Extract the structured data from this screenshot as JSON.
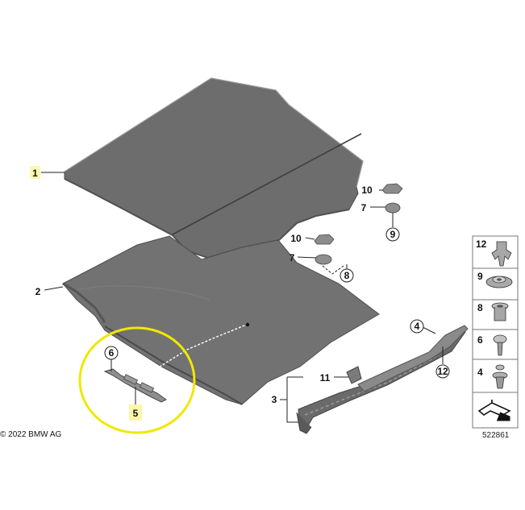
{
  "callouts": {
    "c1": "1",
    "c2": "2",
    "c3": "3",
    "c4": "4",
    "c5": "5",
    "c6": "6",
    "c7a": "7",
    "c7b": "7",
    "c8": "8",
    "c9": "9",
    "c10a": "10",
    "c10b": "10",
    "c11": "11",
    "c12": "12"
  },
  "legend": {
    "items": [
      {
        "number": "12",
        "icon": "push-clip-icon"
      },
      {
        "number": "9",
        "icon": "grommet-icon"
      },
      {
        "number": "8",
        "icon": "expanding-nut-icon"
      },
      {
        "number": "6",
        "icon": "screw-icon"
      },
      {
        "number": "4",
        "icon": "expanding-rivet-icon"
      }
    ],
    "footer_icon": "mat-symbol-icon"
  },
  "copyright": "© 2022 BMW AG",
  "diagram_id": "522861",
  "highlight_color": "#f0e800",
  "label_box_color": "#fdf6a8",
  "part_color": "#6b6b6b"
}
